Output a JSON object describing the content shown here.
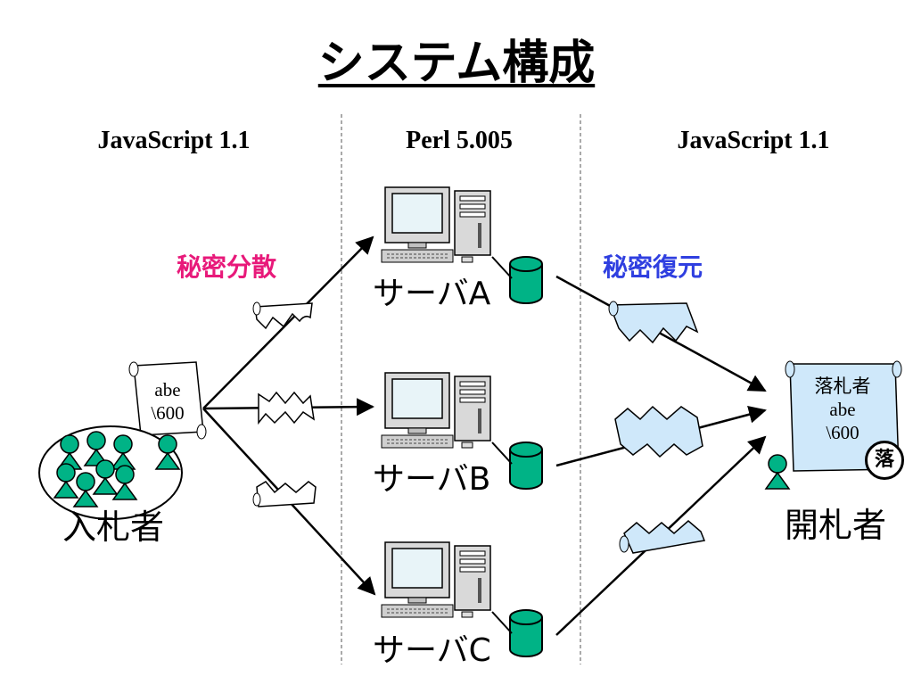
{
  "title": "システム構成",
  "columns": [
    {
      "label": "JavaScript 1.1"
    },
    {
      "label": "Perl 5.005"
    },
    {
      "label": "JavaScript 1.1"
    }
  ],
  "processes": {
    "split": {
      "label": "秘密分散",
      "color": "#e8197a"
    },
    "restore": {
      "label": "秘密復元",
      "color": "#2f3fe0"
    }
  },
  "servers": [
    {
      "label": "サーバA"
    },
    {
      "label": "サーバB"
    },
    {
      "label": "サーバC"
    }
  ],
  "bid_scroll": {
    "line1": "abe",
    "line2": "\\600"
  },
  "result_scroll": {
    "line1": "落札者",
    "line2": "abe",
    "line3": "\\600"
  },
  "stamp": {
    "label": "落"
  },
  "bidders": {
    "label": "入札者",
    "color": "#00b386"
  },
  "opener": {
    "label": "開札者"
  },
  "colors": {
    "db": "#00b386",
    "share_fill": "#cfe8fa",
    "person": "#00b386"
  }
}
